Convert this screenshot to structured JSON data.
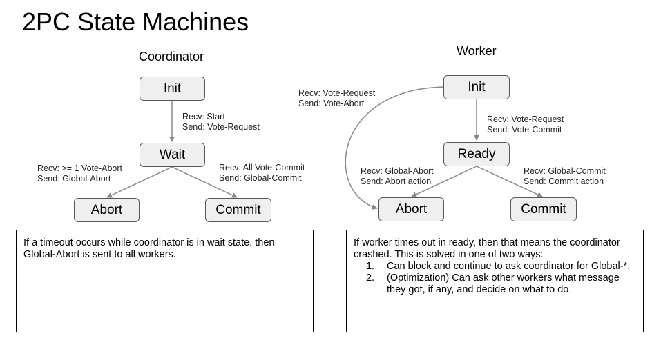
{
  "title": "2PC State Machines",
  "coordinator": {
    "heading": "Coordinator",
    "states": {
      "init": "Init",
      "wait": "Wait",
      "abort": "Abort",
      "commit": "Commit"
    },
    "transitions": {
      "init_to_wait": {
        "recv": "Recv: Start",
        "send": "Send: Vote-Request"
      },
      "wait_to_abort": {
        "recv": "Recv: >= 1 Vote-Abort",
        "send": "Send: Global-Abort"
      },
      "wait_to_commit": {
        "recv": "Recv: All Vote-Commit",
        "send": "Send: Global-Commit"
      }
    },
    "note": "If a timeout occurs while coordinator is in wait state, then Global-Abort is sent to all workers."
  },
  "worker": {
    "heading": "Worker",
    "states": {
      "init": "Init",
      "ready": "Ready",
      "abort": "Abort",
      "commit": "Commit"
    },
    "transitions": {
      "init_to_abort": {
        "recv": "Recv: Vote-Request",
        "send": "Send: Vote-Abort"
      },
      "init_to_ready": {
        "recv": "Recv: Vote-Request",
        "send": "Send: Vote-Commit"
      },
      "ready_to_abort": {
        "recv": "Recv: Global-Abort",
        "send": "Send: Abort action"
      },
      "ready_to_commit": {
        "recv": "Recv: Global-Commit",
        "send": "Send: Commit action"
      }
    },
    "note": {
      "intro": "If worker times out in ready, then that means the coordinator crashed. This is solved in one of two ways:",
      "items": [
        {
          "num": "1.",
          "text": "Can block and continue to ask coordinator for Global-*."
        },
        {
          "num": "2.",
          "text": "(Optimization) Can ask other workers what message they got, if any, and decide on what to do."
        }
      ]
    }
  },
  "colors": {
    "state_fill": "#efefef",
    "state_border": "#595959",
    "arrow": "#888888"
  }
}
